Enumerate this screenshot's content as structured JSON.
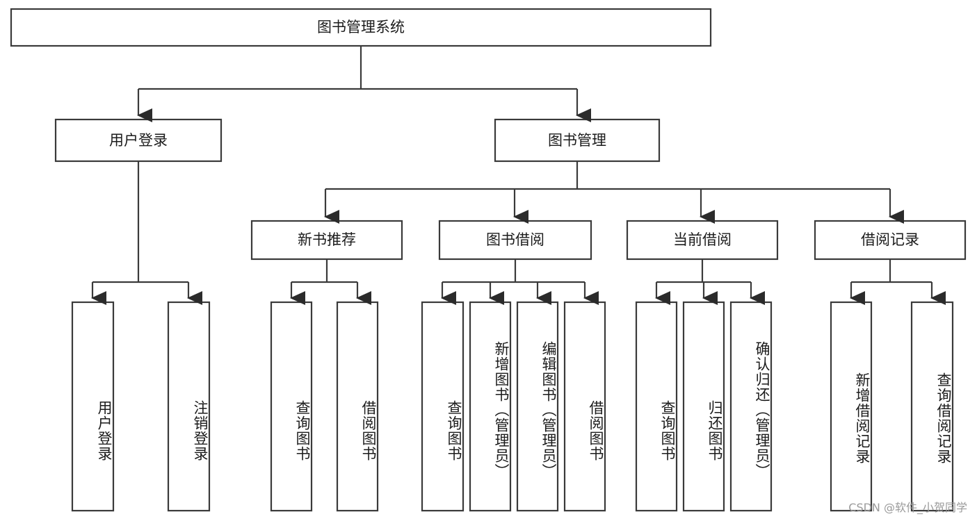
{
  "diagram": {
    "title": "图书管理系统",
    "type": "tree",
    "colors": {
      "box_stroke": "#3a3a3a",
      "box_fill": "#ffffff",
      "connector": "#3a3a3a",
      "text": "#1b1b1b",
      "watermark": "#9a9a9a",
      "background": "#ffffff"
    },
    "root": {
      "id": "root",
      "label": "图书管理系统",
      "orientation": "horizontal"
    },
    "level1": [
      {
        "id": "user-login",
        "label": "用户登录",
        "orientation": "horizontal"
      },
      {
        "id": "book-management",
        "label": "图书管理",
        "orientation": "horizontal"
      }
    ],
    "level2": [
      {
        "id": "new-book-recommend",
        "label": "新书推荐",
        "orientation": "horizontal",
        "parent": "book-management"
      },
      {
        "id": "book-borrow",
        "label": "图书借阅",
        "orientation": "horizontal",
        "parent": "book-management"
      },
      {
        "id": "current-borrow",
        "label": "当前借阅",
        "orientation": "horizontal",
        "parent": "book-management"
      },
      {
        "id": "borrow-record",
        "label": "借阅记录",
        "orientation": "horizontal",
        "parent": "book-management"
      }
    ],
    "leaves": [
      {
        "id": "leaf-user-login",
        "label": "用户登录",
        "orientation": "vertical",
        "parent": "user-login"
      },
      {
        "id": "leaf-user-logout",
        "label": "注销登录",
        "orientation": "vertical",
        "parent": "user-login"
      },
      {
        "id": "leaf-query-book-1",
        "label": "查询图书",
        "orientation": "vertical",
        "parent": "new-book-recommend"
      },
      {
        "id": "leaf-borrow-book-1",
        "label": "借阅图书",
        "orientation": "vertical",
        "parent": "new-book-recommend"
      },
      {
        "id": "leaf-query-book-2",
        "label": "查询图书",
        "orientation": "vertical",
        "parent": "book-borrow"
      },
      {
        "id": "leaf-add-book",
        "label": "新增图书（管理员）",
        "orientation": "vertical",
        "parent": "book-borrow"
      },
      {
        "id": "leaf-edit-book",
        "label": "编辑图书（管理员）",
        "orientation": "vertical",
        "parent": "book-borrow"
      },
      {
        "id": "leaf-borrow-book-2",
        "label": "借阅图书",
        "orientation": "vertical",
        "parent": "book-borrow"
      },
      {
        "id": "leaf-query-book-3",
        "label": "查询图书",
        "orientation": "vertical",
        "parent": "current-borrow"
      },
      {
        "id": "leaf-return-book",
        "label": "归还图书",
        "orientation": "vertical",
        "parent": "current-borrow"
      },
      {
        "id": "leaf-confirm-return",
        "label": "确认归还（管理员）",
        "orientation": "vertical",
        "parent": "current-borrow"
      },
      {
        "id": "leaf-add-record",
        "label": "新增借阅记录",
        "orientation": "vertical",
        "parent": "borrow-record"
      },
      {
        "id": "leaf-query-record",
        "label": "查询借阅记录",
        "orientation": "vertical",
        "parent": "borrow-record"
      }
    ]
  },
  "watermark": {
    "text": "CSDN @软件_小贺同学"
  }
}
